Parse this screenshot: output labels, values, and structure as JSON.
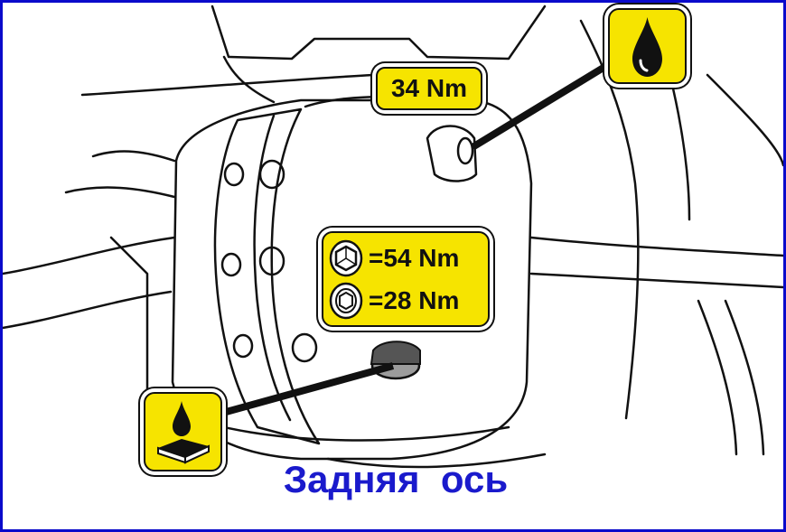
{
  "diagram": {
    "torque_top": "34 Nm",
    "torque_hex": "=54 Nm",
    "torque_socket": "=28 Nm",
    "caption": "Задняя  ось",
    "icons": [
      "oil-drop-icon",
      "sealant-icon",
      "hex-bolt-icon",
      "socket-bolt-icon"
    ],
    "colors": {
      "callout_fill": "#f6e400",
      "caption_text": "#1a1acc",
      "frame_border": "#0a0acb",
      "line_art": "#111111"
    }
  }
}
